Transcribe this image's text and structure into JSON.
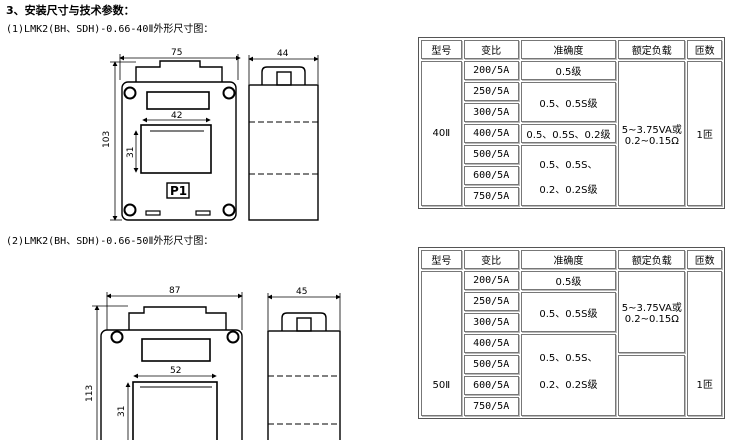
{
  "heading": "3、安装尺寸与技术参数：",
  "section1": {
    "title": "(1)LMK2(BH、SDH)-0.66-40Ⅱ外形尺寸图：",
    "dims": {
      "width": "75",
      "depth": "44",
      "height": "103",
      "window_w": "42",
      "window_h": "31"
    },
    "p1_label": "P1"
  },
  "section2": {
    "title": "(2)LMK2(BH、SDH)-0.66-50Ⅱ外形尺寸图：",
    "dims": {
      "width": "87",
      "depth": "45",
      "height": "113",
      "window_w": "52",
      "window_h": "31"
    }
  },
  "table_headers": [
    "型号",
    "变比",
    "准确度",
    "额定负载",
    "匝数"
  ],
  "table1": {
    "model": "40Ⅱ",
    "ratios": [
      "200/5A",
      "250/5A",
      "300/5A",
      "400/5A",
      "500/5A",
      "600/5A",
      "750/5A"
    ],
    "accuracy": [
      "0.5级",
      "0.5、0.5S级",
      "0.5、0.5S、0.2级",
      "0.5、0.5S、",
      "0.2、0.2S级"
    ],
    "load_line1": "5~3.75VA或",
    "load_line2": "0.2~0.15Ω",
    "turns": "1匝"
  },
  "table2": {
    "model": "50Ⅱ",
    "ratios": [
      "200/5A",
      "250/5A",
      "300/5A",
      "400/5A",
      "500/5A",
      "600/5A",
      "750/5A"
    ],
    "accuracy": [
      "0.5级",
      "0.5、0.5S级",
      "0.5、0.5S、",
      "0.2、0.2S级"
    ],
    "load_line1": "5~3.75VA或",
    "load_line2": "0.2~0.15Ω",
    "turns": "1匝"
  }
}
